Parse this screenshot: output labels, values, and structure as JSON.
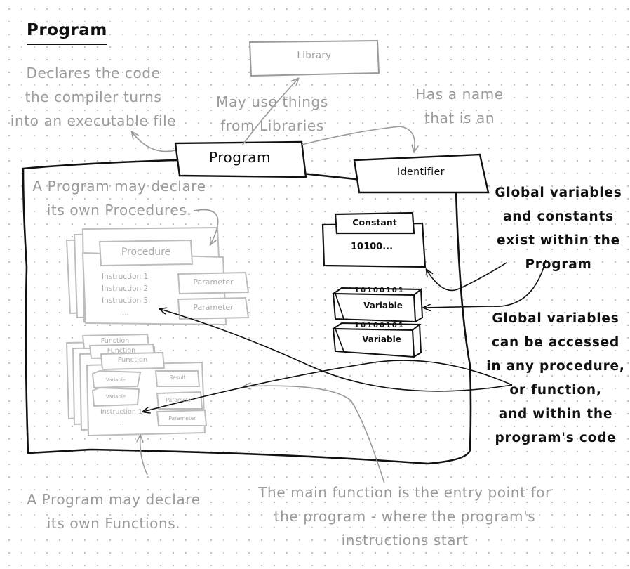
{
  "heading": "Program",
  "nodes": {
    "library": "Library",
    "program": "Program",
    "identifier": "Identifier",
    "constant": "Constant",
    "constant_value": "10100...",
    "variable_1": "Variable",
    "variable_2": "Variable",
    "variable_bits": "10100101",
    "procedure": "Procedure",
    "procedure_instructions": [
      "Instruction 1",
      "Instruction 2",
      "Instruction 3",
      "..."
    ],
    "procedure_params": [
      "Parameter",
      "Parameter"
    ],
    "function_stack": [
      "Function",
      "Function",
      "Function"
    ],
    "function_variables": [
      "Variable",
      "Variable"
    ],
    "function_result": "Result",
    "function_instructions": [
      "Instruction 1",
      "..."
    ],
    "function_params": [
      "Parameter",
      "Parameter"
    ]
  },
  "annotations": {
    "declares_code": [
      "Declares the code",
      "the compiler turns",
      "into an executable file"
    ],
    "may_use": [
      "May use things",
      "from Libraries"
    ],
    "has_name": [
      "Has a name",
      "that is an"
    ],
    "declare_procedures": [
      "A Program may declare",
      "its own Procedures."
    ],
    "global_exist": [
      "Global variables",
      "and constants",
      "exist within the",
      "Program"
    ],
    "global_accessed": [
      "Global variables",
      "can be accessed",
      "in any procedure,",
      "or function,",
      "and within the",
      "program's code"
    ],
    "declare_functions": [
      "A Program may declare",
      "its own Functions."
    ],
    "main_function": [
      "The main function is the entry point for",
      "the program - where the program's",
      "instructions start"
    ]
  }
}
